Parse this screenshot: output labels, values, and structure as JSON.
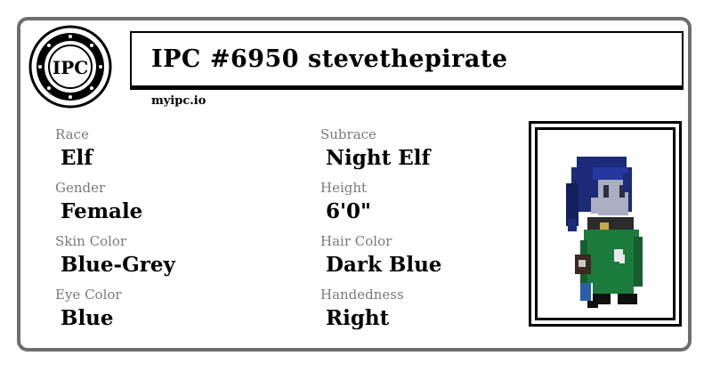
{
  "card": {
    "logo_text": "IPC",
    "title": "IPC #6950 stevethepirate",
    "site": "myipc.io"
  },
  "attributes": [
    {
      "label": "Race",
      "value": "Elf"
    },
    {
      "label": "Subrace",
      "value": "Night Elf"
    },
    {
      "label": "Gender",
      "value": "Female"
    },
    {
      "label": "Height",
      "value": "6'0\""
    },
    {
      "label": "Skin Color",
      "value": "Blue-Grey"
    },
    {
      "label": "Hair Color",
      "value": "Dark Blue"
    },
    {
      "label": "Eye Color",
      "value": "Blue"
    },
    {
      "label": "Handedness",
      "value": "Right"
    }
  ],
  "portrait": {
    "icon": "pixel-character-portrait",
    "colors": {
      "hair": "#1c2a78",
      "skin": "#a9aec0",
      "cloak": "#1c7a3c",
      "boots": "#111111"
    }
  }
}
